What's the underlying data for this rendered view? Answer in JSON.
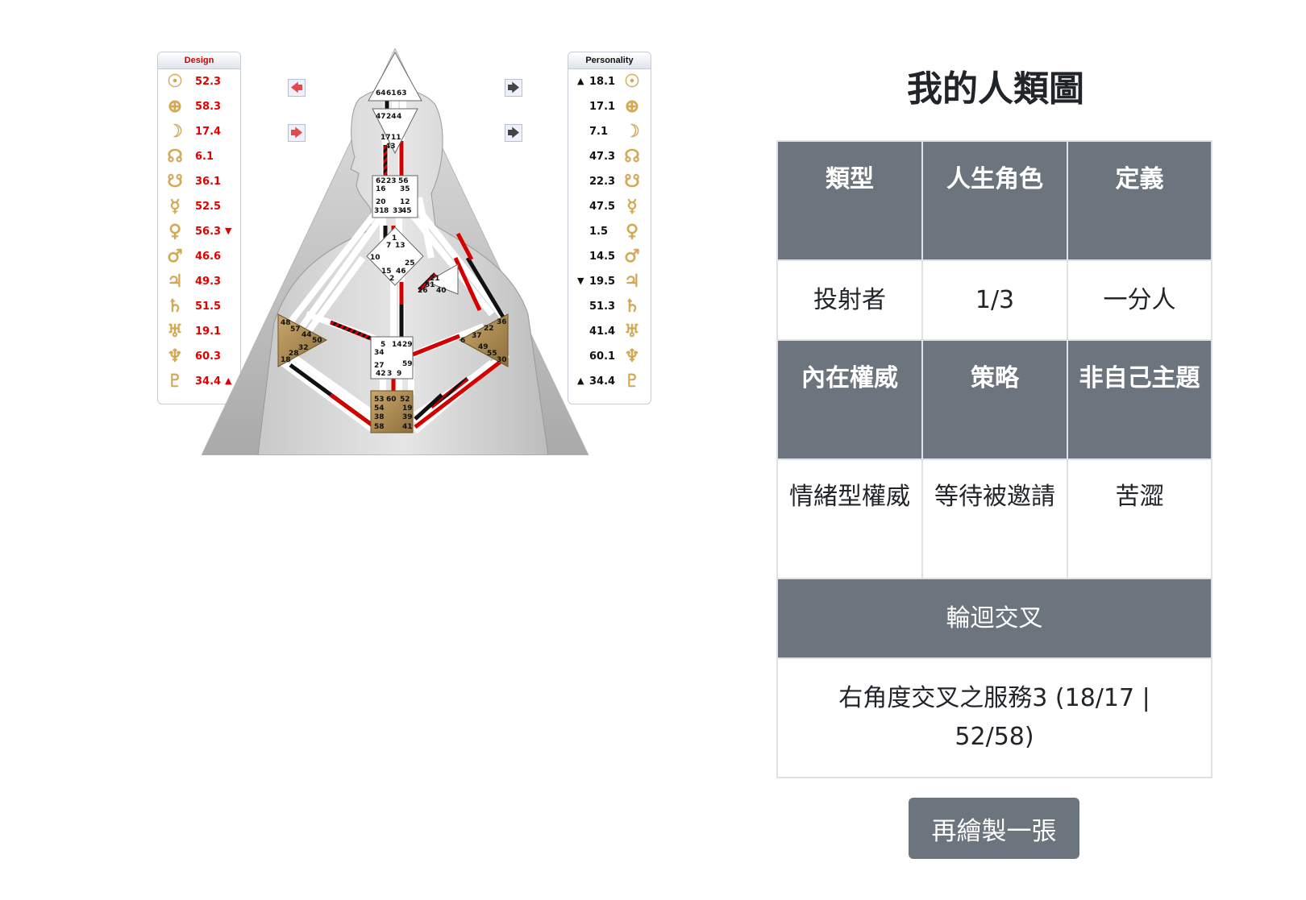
{
  "design_panel": {
    "header": "Design",
    "rows": [
      {
        "glyph": "☉",
        "icon": "sun-icon",
        "value": "52.3",
        "arrow": ""
      },
      {
        "glyph": "⊕",
        "icon": "earth-icon",
        "value": "58.3",
        "arrow": ""
      },
      {
        "glyph": "☽",
        "icon": "moon-icon",
        "value": "17.4",
        "arrow": ""
      },
      {
        "glyph": "☊",
        "icon": "north-node-icon",
        "value": "6.1",
        "arrow": ""
      },
      {
        "glyph": "☋",
        "icon": "south-node-icon",
        "value": "36.1",
        "arrow": ""
      },
      {
        "glyph": "☿",
        "icon": "mercury-icon",
        "value": "52.5",
        "arrow": ""
      },
      {
        "glyph": "♀",
        "icon": "venus-icon",
        "value": "56.3",
        "arrow": "▼"
      },
      {
        "glyph": "♂",
        "icon": "mars-icon",
        "value": "46.6",
        "arrow": ""
      },
      {
        "glyph": "♃",
        "icon": "jupiter-icon",
        "value": "49.3",
        "arrow": ""
      },
      {
        "glyph": "♄",
        "icon": "saturn-icon",
        "value": "51.5",
        "arrow": ""
      },
      {
        "glyph": "♅",
        "icon": "uranus-icon",
        "value": "19.1",
        "arrow": ""
      },
      {
        "glyph": "♆",
        "icon": "neptune-icon",
        "value": "60.3",
        "arrow": ""
      },
      {
        "glyph": "♇",
        "icon": "pluto-icon",
        "value": "34.4",
        "arrow": "▲"
      }
    ]
  },
  "personality_panel": {
    "header": "Personality",
    "rows": [
      {
        "glyph": "☉",
        "icon": "sun-icon",
        "value": "18.1",
        "arrow": "▲"
      },
      {
        "glyph": "⊕",
        "icon": "earth-icon",
        "value": "17.1",
        "arrow": ""
      },
      {
        "glyph": "☽",
        "icon": "moon-icon",
        "value": "7.1",
        "arrow": ""
      },
      {
        "glyph": "☊",
        "icon": "north-node-icon",
        "value": "47.3",
        "arrow": ""
      },
      {
        "glyph": "☋",
        "icon": "south-node-icon",
        "value": "22.3",
        "arrow": ""
      },
      {
        "glyph": "☿",
        "icon": "mercury-icon",
        "value": "47.5",
        "arrow": ""
      },
      {
        "glyph": "♀",
        "icon": "venus-icon",
        "value": "1.5",
        "arrow": ""
      },
      {
        "glyph": "♂",
        "icon": "mars-icon",
        "value": "14.5",
        "arrow": ""
      },
      {
        "glyph": "♃",
        "icon": "jupiter-icon",
        "value": "19.5",
        "arrow": "▼"
      },
      {
        "glyph": "♄",
        "icon": "saturn-icon",
        "value": "51.3",
        "arrow": ""
      },
      {
        "glyph": "♅",
        "icon": "uranus-icon",
        "value": "41.4",
        "arrow": ""
      },
      {
        "glyph": "♆",
        "icon": "neptune-icon",
        "value": "60.1",
        "arrow": ""
      },
      {
        "glyph": "♇",
        "icon": "pluto-icon",
        "value": "34.4",
        "arrow": "▲"
      }
    ]
  },
  "arrows": {
    "left_top": "🡄",
    "left_bottom": "🡆",
    "right_top": "🡆",
    "right_bottom": "🡆"
  },
  "bodygraph": {
    "head": [
      "64",
      "61",
      "63"
    ],
    "ajna": [
      "47",
      "24",
      "4",
      "17",
      "11",
      "43"
    ],
    "throat": [
      "62",
      "23",
      "56",
      "16",
      "35",
      "20",
      "12",
      "31",
      "8",
      "33",
      "45"
    ],
    "g_center": [
      "1",
      "7",
      "13",
      "10",
      "15",
      "46",
      "2",
      "25"
    ],
    "ego": [
      "21",
      "51",
      "26",
      "40"
    ],
    "spleen": [
      "48",
      "57",
      "44",
      "50",
      "32",
      "28",
      "18"
    ],
    "solar_plexus": [
      "36",
      "22",
      "37",
      "6",
      "49",
      "55",
      "30"
    ],
    "sacral": [
      "5",
      "14",
      "29",
      "34",
      "27",
      "59",
      "42",
      "3",
      "9"
    ],
    "root": [
      "53",
      "60",
      "52",
      "54",
      "19",
      "38",
      "39",
      "58",
      "41"
    ]
  },
  "title": "我的人類圖",
  "table": {
    "type_label": "類型",
    "profile_label": "人生角色",
    "definition_label": "定義",
    "type_value": "投射者",
    "profile_value": "1/3",
    "definition_value": "一分人",
    "authority_label": "內在權威",
    "strategy_label": "策略",
    "not_self_label": "非自己主題",
    "authority_value": "情緒型權威",
    "strategy_value": "等待被邀請",
    "not_self_value": "苦澀",
    "cross_label": "輪迴交叉",
    "cross_value": "右角度交叉之服務3 (18/17 | 52/58)"
  },
  "redraw_button": "再繪製一張",
  "colors": {
    "design_red": "#e00000",
    "table_header_bg": "#6c757d",
    "button_bg": "#6c757d",
    "planet_glyph_gold": "#d7a84a",
    "gate_activated_purple": "#4b1d8f"
  }
}
